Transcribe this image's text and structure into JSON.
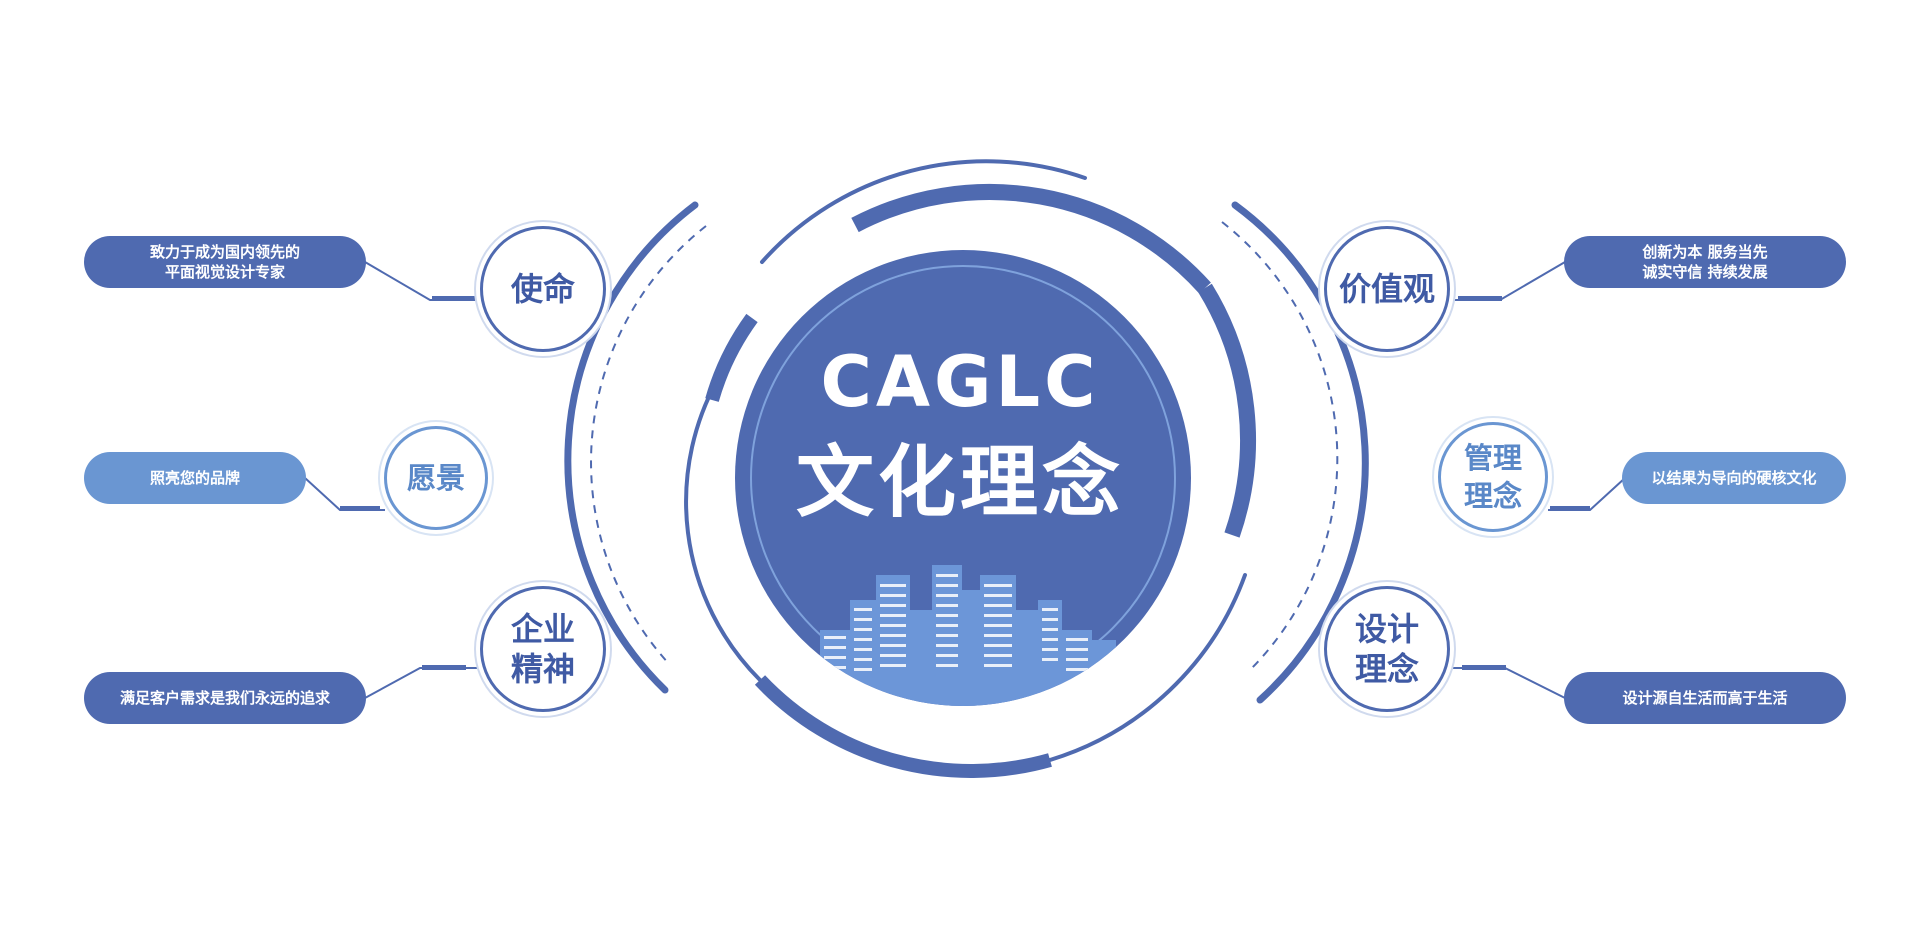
{
  "center": {
    "brand": "CAGLC",
    "title": "文化理念"
  },
  "items": {
    "mission": {
      "label": "使命",
      "desc_line1": "致力于成为国内领先的",
      "desc_line2": "平面视觉设计专家"
    },
    "vision": {
      "label": "愿景",
      "desc": "照亮您的品牌"
    },
    "spirit": {
      "label_line1": "企业",
      "label_line2": "精神",
      "desc": "满足客户需求是我们永远的追求"
    },
    "values": {
      "label": "价值观",
      "desc_line1": "创新为本  服务当先",
      "desc_line2": "诚实守信  持续发展"
    },
    "management": {
      "label_line1": "管理",
      "label_line2": "理念",
      "desc": "以结果为导向的硬核文化"
    },
    "design": {
      "label_line1": "设计",
      "label_line2": "理念",
      "desc": "设计源自生活而高于生活"
    }
  },
  "colors": {
    "primary": "#4f6ab0",
    "light": "#6a96d2",
    "text_dark": "#3f5aa4",
    "text_light": "#5a88c8",
    "background": "#ffffff"
  },
  "icons": {
    "center_illustration": "city-skyline-icon"
  }
}
